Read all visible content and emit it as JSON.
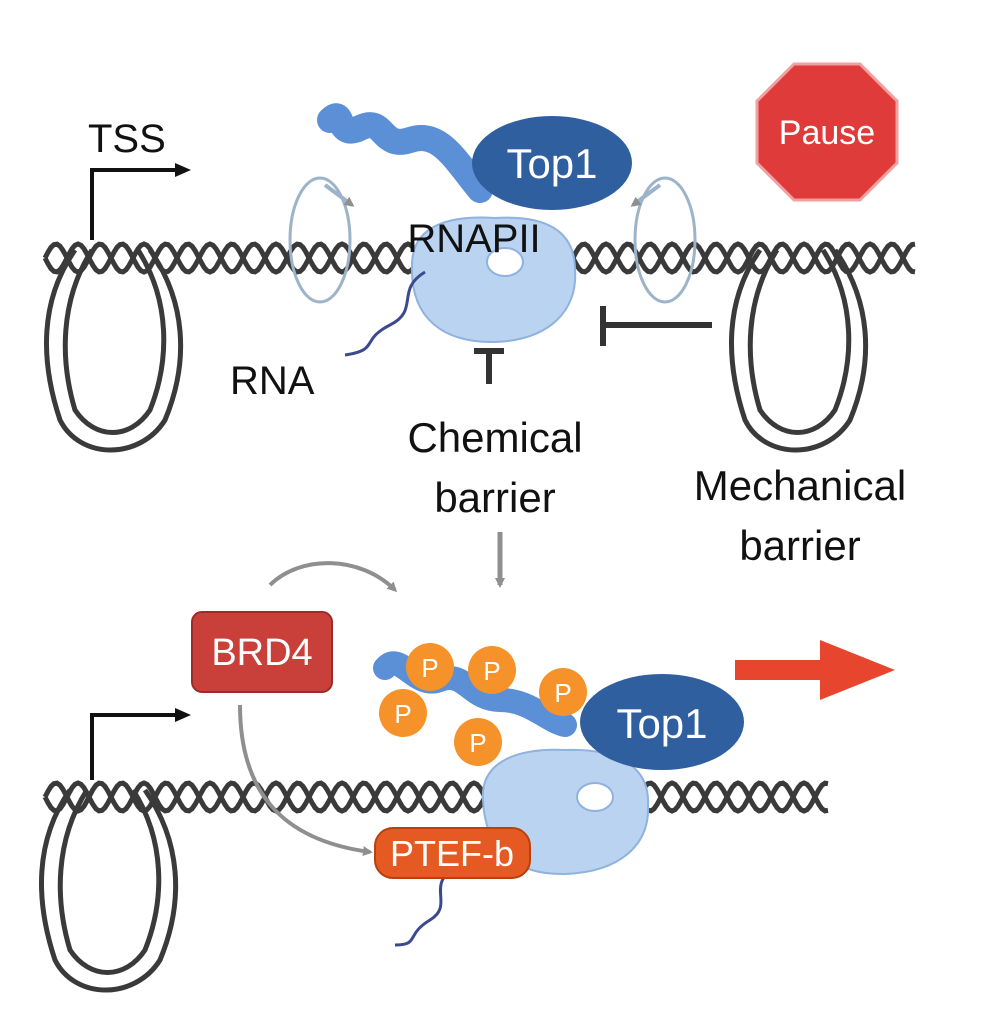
{
  "top_panel": {
    "tss_label": "TSS",
    "top1_label": "Top1",
    "rnapii_label": "RNAPII",
    "rna_label": "RNA",
    "pause_label": "Pause",
    "chemical_barrier_line1": "Chemical",
    "chemical_barrier_line2": "barrier",
    "mechanical_barrier_line1": "Mechanical",
    "mechanical_barrier_line2": "barrier"
  },
  "bottom_panel": {
    "brd4_label": "BRD4",
    "ptefb_label": "PTEF-b",
    "top1_label": "Top1",
    "phospho_label": "P"
  },
  "colors": {
    "dna": "#3a3a3a",
    "polymerase": "#b9d3f1",
    "polymerase_stroke": "#8fb2df",
    "top1": "#2f5f9e",
    "ctd_tail": "#5b8fd6",
    "rna": "#3b4a8f",
    "pause_sign": "#e03b3b",
    "brd4": "#c9403a",
    "ptefb": "#e55a22",
    "phospho": "#f5922a",
    "elongation_arrow": "#e8452f",
    "grey_arrow": "#8f8f8f"
  }
}
